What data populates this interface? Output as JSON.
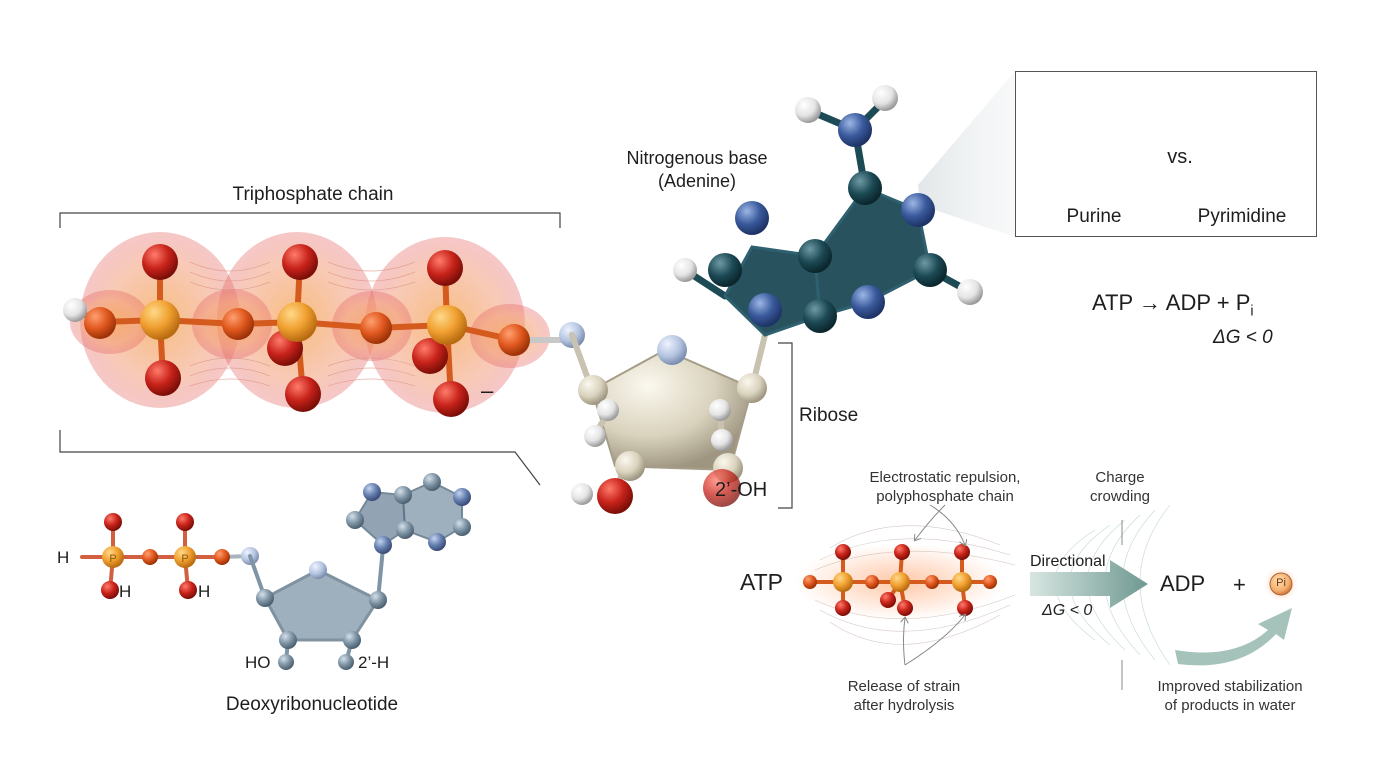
{
  "labels": {
    "triphosphate_chain": "Triphosphate chain",
    "nitrogenous_base_line1": "Nitrogenous base",
    "nitrogenous_base_line2": "(Adenine)",
    "ribose": "Ribose",
    "two_prime_oh": "2’-OH",
    "charge_minus": "–",
    "deoxy_h_left": "H",
    "deoxy_oh1": "H",
    "deoxy_oh2": "H",
    "deoxy_ho": "HO",
    "deoxy_2h": "2’-H",
    "deoxyribonucleotide": "Deoxyribonucleotide"
  },
  "inset": {
    "purine": "Purine",
    "vs": "vs.",
    "pyrimidine": "Pyrimidine"
  },
  "equation": {
    "atp": "ATP",
    "arrow": "→",
    "adp_plus": "ADP + P",
    "pi_sub": "i",
    "delta_g": "ΔG < 0"
  },
  "reaction": {
    "atp": "ATP",
    "electrostatic_line1": "Electrostatic repulsion,",
    "electrostatic_line2": "polyphosphate chain",
    "charge_line1": "Charge",
    "charge_line2": "crowding",
    "directional": "Directional",
    "delta_g": "ΔG < 0",
    "adp": "ADP",
    "plus": "+",
    "pi_badge": "Pi",
    "release_line1": "Release of strain",
    "release_line2": "after hydrolysis",
    "improved_line1": "Improved stabilization",
    "improved_line2": "of products in water"
  },
  "colors": {
    "phosphorus": "#f0a030",
    "oxygen": "#c8231a",
    "nitrogen": "#3a5a9c",
    "carbon_base": "#1c4a55",
    "ribose_sugar": "#d9d2bd",
    "hydrogen": "#eeeeee",
    "deoxy_gray": "#7f95a6",
    "arrow_teal": "#8fb4ac"
  }
}
